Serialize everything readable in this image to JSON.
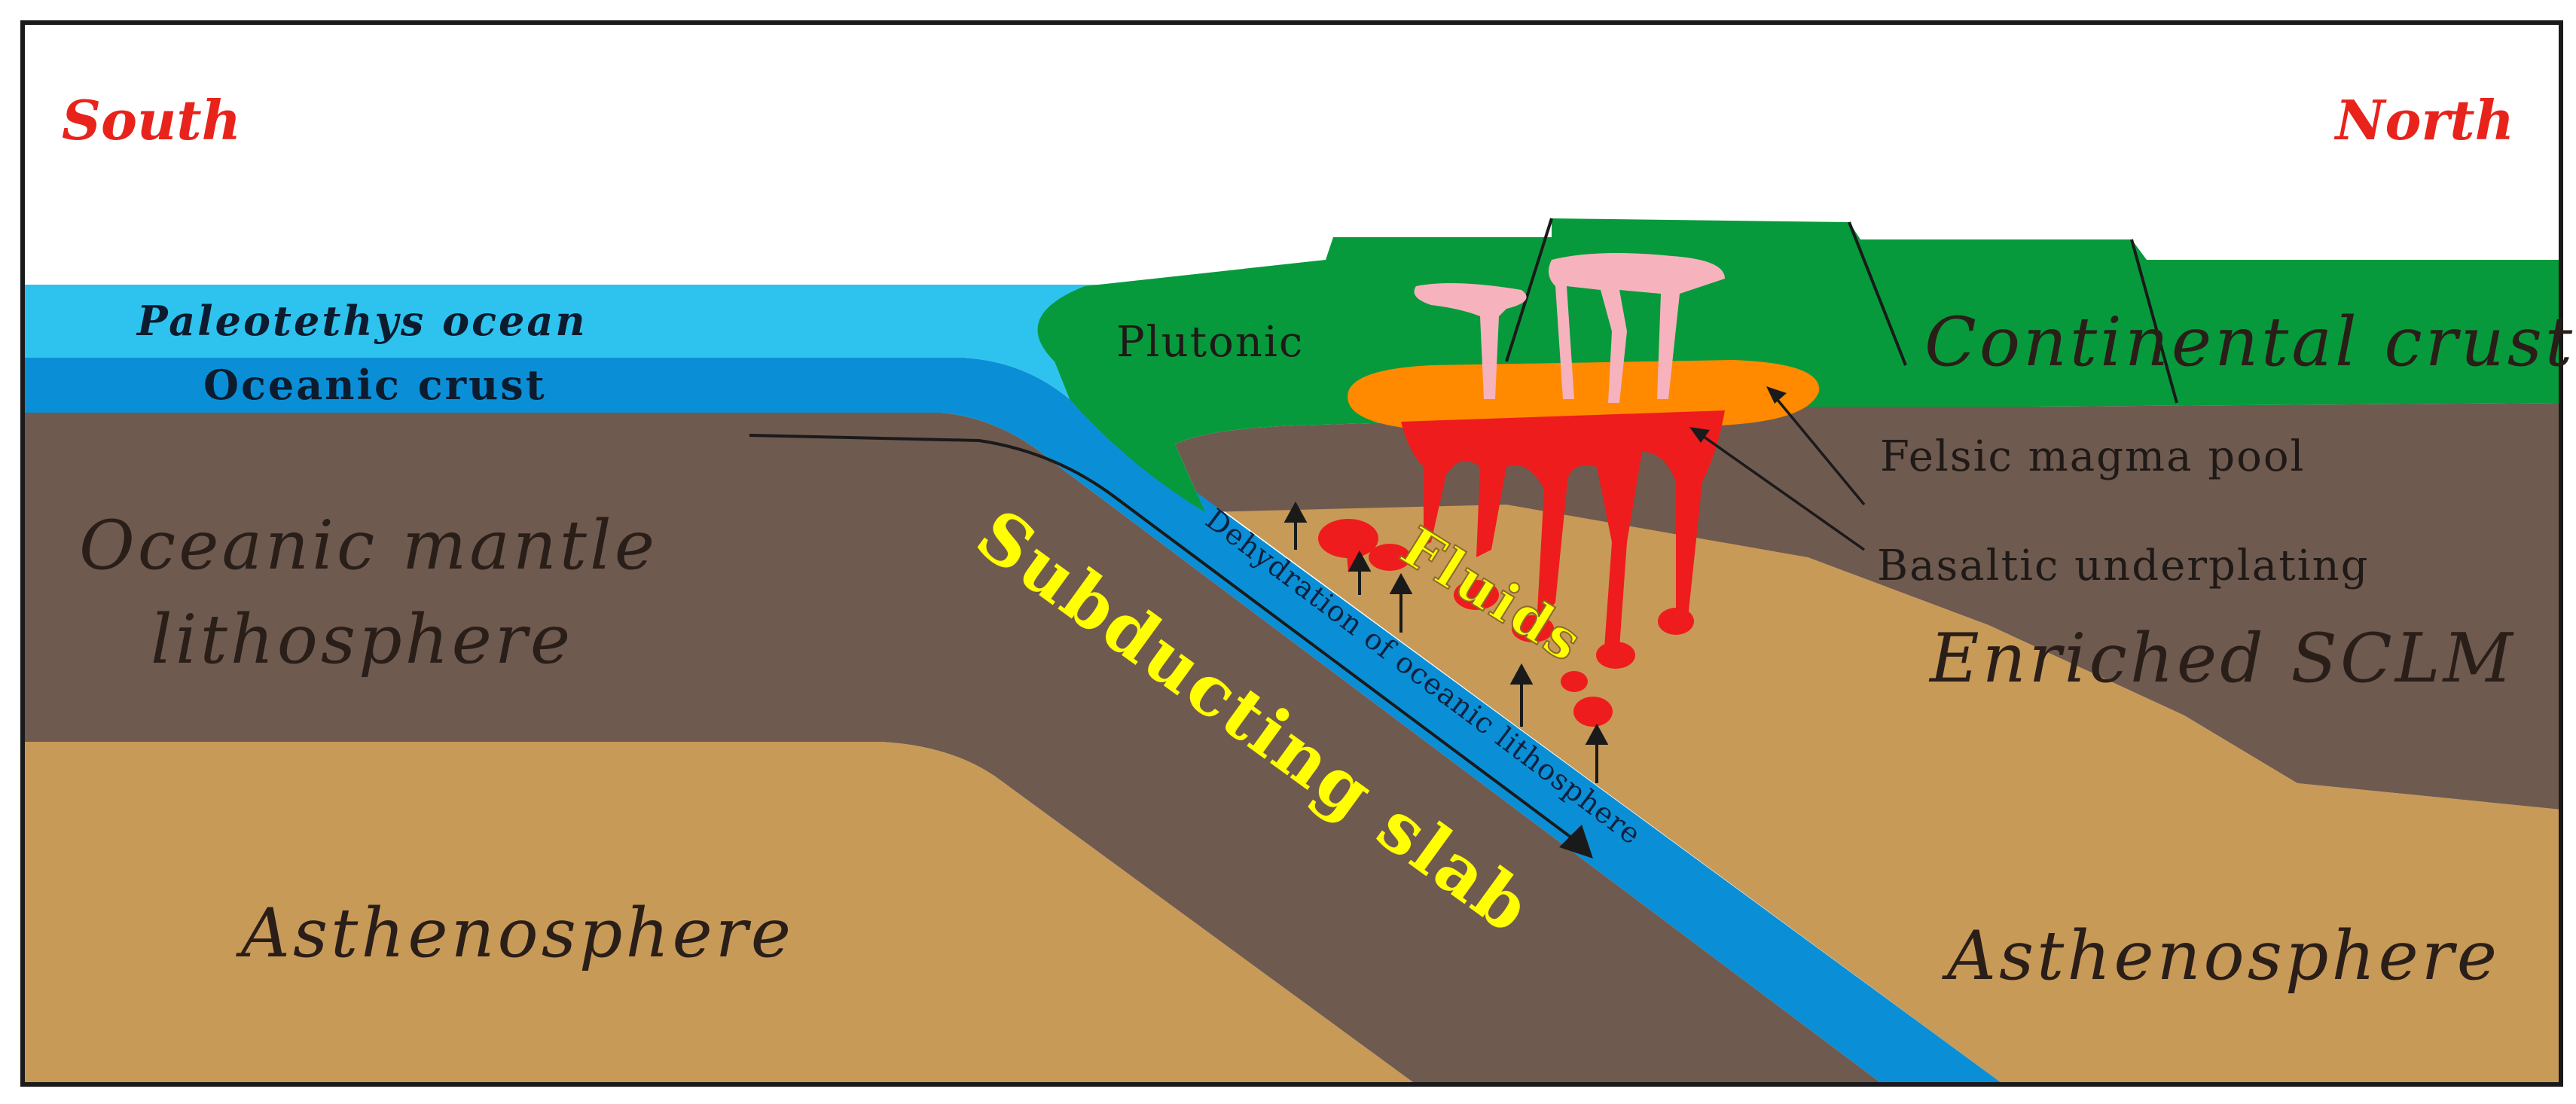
{
  "labels": {
    "south": "South",
    "north": "North",
    "paleotethys_ocean": "Paleotethys ocean",
    "oceanic_crust": "Oceanic crust",
    "oceanic_mantle_line1": "Oceanic mantle",
    "oceanic_mantle_line2": "lithosphere",
    "asthenosphere_left": "Asthenosphere",
    "asthenosphere_right": "Asthenosphere",
    "subducting_slab": "Subducting slab",
    "dehydration": "Dehydration of oceanic lithosphere",
    "fluids": "Fluids",
    "plutonic": "Plutonic",
    "continental_crust": "Continental crust",
    "felsic_magma_pool": "Felsic magma pool",
    "basaltic_underplating": "Basaltic underplating",
    "enriched_sclm": "Enriched SCLM"
  },
  "colors": {
    "ocean_water": "#2ec3ef",
    "oceanic_crust": "#0a8fd6",
    "mantle_lithosphere": "#6f5a50",
    "asthenosphere": "#c89a58",
    "continental_crust": "#079a3c",
    "felsic_magma": "#ff8a00",
    "basaltic_magma": "#ee1c1c",
    "plutons": "#f6b3bd",
    "direction_labels": "#e8231b",
    "slab_labels": "#ffff00"
  }
}
